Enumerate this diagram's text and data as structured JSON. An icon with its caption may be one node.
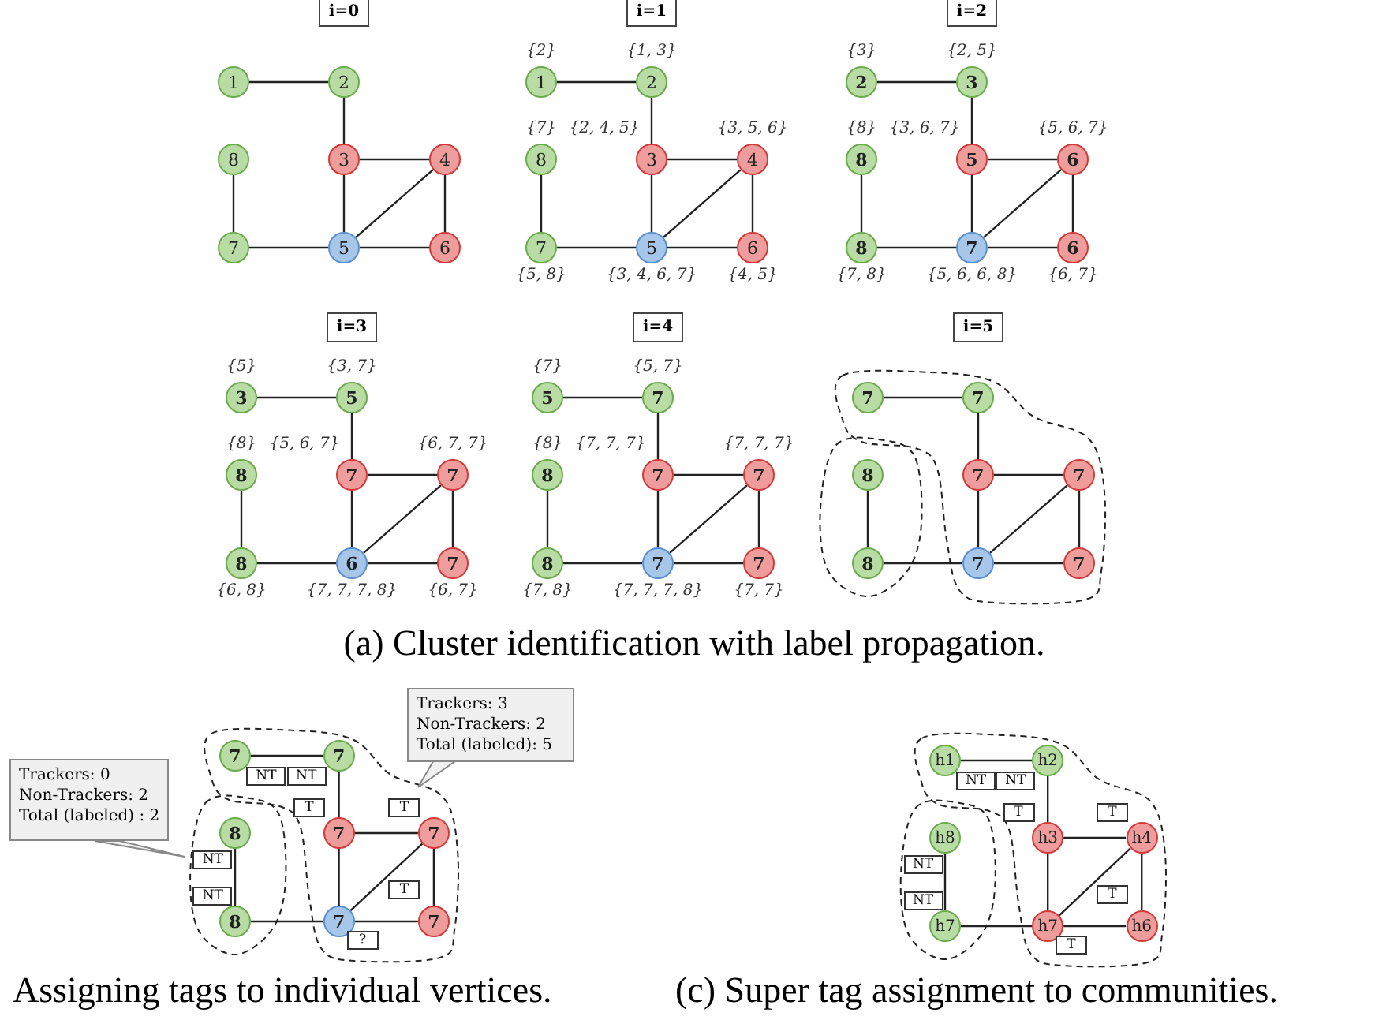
{
  "diagram": {
    "nodes": [
      {
        "text": [
          "i=0"
        ]
      },
      {
        "text": [
          "1"
        ]
      },
      {
        "text": [
          "2"
        ]
      },
      {
        "text": [
          "8"
        ]
      },
      {
        "text": [
          "3"
        ]
      },
      {
        "text": [
          "4"
        ]
      },
      {
        "text": [
          "7"
        ]
      },
      {
        "text": [
          "5"
        ]
      },
      {
        "text": [
          "6"
        ]
      },
      {
        "text": [
          "i=1"
        ]
      },
      {
        "text": [
          "1"
        ],
        "beside": [
          "{2}"
        ]
      },
      {
        "text": [
          "2"
        ],
        "beside": [
          "{1, 3}"
        ]
      },
      {
        "text": [
          "8"
        ],
        "beside": [
          "{7}"
        ]
      },
      {
        "text": [
          "3"
        ],
        "beside": [
          "{2, 4, 5}"
        ]
      },
      {
        "text": [
          "4"
        ],
        "beside": [
          "{3, 5, 6}"
        ]
      },
      {
        "text": [
          "7"
        ],
        "beside": [
          "{5, 8}"
        ]
      },
      {
        "text": [
          "5"
        ],
        "beside": [
          "{3, 4, 6, 7}"
        ]
      },
      {
        "text": [
          "6"
        ],
        "beside": [
          "{4, 5}"
        ]
      },
      {
        "text": [
          "i=2"
        ]
      },
      {
        "text": [
          "2"
        ],
        "beside": [
          "{3}"
        ]
      },
      {
        "text": [
          "3"
        ],
        "beside": [
          "{2, 5}"
        ]
      },
      {
        "text": [
          "8"
        ],
        "beside": [
          "{8}"
        ]
      },
      {
        "text": [
          "5"
        ],
        "beside": [
          "{3, 6, 7}"
        ]
      },
      {
        "text": [
          "6"
        ],
        "beside": [
          "{5, 6, 7}"
        ]
      },
      {
        "text": [
          "8"
        ],
        "beside": [
          "{7, 8}"
        ]
      },
      {
        "text": [
          "7"
        ],
        "beside": [
          "{5, 6, 6, 8}"
        ]
      },
      {
        "text": [
          "6"
        ],
        "beside": [
          "{6, 7}"
        ]
      },
      {
        "text": [
          "i=3"
        ]
      },
      {
        "text": [
          "3"
        ],
        "beside": [
          "{5}"
        ]
      },
      {
        "text": [
          "5"
        ],
        "beside": [
          "{3, 7}"
        ]
      },
      {
        "text": [
          "8"
        ],
        "beside": [
          "{8}"
        ]
      },
      {
        "text": [
          "7"
        ],
        "beside": [
          "{5, 6, 7}"
        ]
      },
      {
        "text": [
          "7"
        ],
        "beside": [
          "{6, 7, 7}"
        ]
      },
      {
        "text": [
          "8"
        ],
        "beside": [
          "{6, 8}"
        ]
      },
      {
        "text": [
          "6"
        ],
        "beside": [
          "{7, 7, 7, 8}"
        ]
      },
      {
        "text": [
          "7"
        ],
        "beside": [
          "{6, 7}"
        ]
      },
      {
        "text": [
          "i=4"
        ]
      },
      {
        "text": [
          "5"
        ],
        "beside": [
          "{7}"
        ]
      },
      {
        "text": [
          "7"
        ],
        "beside": [
          "{5, 7}"
        ]
      },
      {
        "text": [
          "8"
        ],
        "beside": [
          "{8}"
        ]
      },
      {
        "text": [
          "7"
        ],
        "beside": [
          "{7, 7, 7}"
        ]
      },
      {
        "text": [
          "7"
        ],
        "beside": [
          "{7, 7, 7}"
        ]
      },
      {
        "text": [
          "8"
        ],
        "beside": [
          "{7, 8}"
        ]
      },
      {
        "text": [
          "7"
        ],
        "beside": [
          "{7, 7, 7, 8}"
        ]
      },
      {
        "text": [
          "7"
        ],
        "beside": [
          "{7, 7}"
        ]
      },
      {
        "text": [
          "i=5"
        ]
      },
      {
        "text": [
          "7"
        ]
      },
      {
        "text": [
          "7"
        ]
      },
      {
        "text": [
          "8"
        ]
      },
      {
        "text": [
          "7"
        ]
      },
      {
        "text": [
          "7"
        ]
      },
      {
        "text": [
          "8"
        ]
      },
      {
        "text": [
          "7"
        ]
      },
      {
        "text": [
          "7"
        ]
      },
      {
        "text": [
          "7"
        ]
      },
      {
        "text": [
          "7"
        ]
      },
      {
        "text": [
          "8"
        ]
      },
      {
        "text": [
          "7"
        ]
      },
      {
        "text": [
          "7"
        ]
      },
      {
        "text": [
          "8"
        ]
      },
      {
        "text": [
          "7"
        ]
      },
      {
        "text": [
          "7"
        ]
      },
      {
        "text": [
          "NT"
        ]
      },
      {
        "text": [
          "NT"
        ]
      },
      {
        "text": [
          "T"
        ]
      },
      {
        "text": [
          "T"
        ]
      },
      {
        "text": [
          "NT"
        ]
      },
      {
        "text": [
          "NT"
        ]
      },
      {
        "text": [
          "T"
        ]
      },
      {
        "text": [
          "?"
        ]
      },
      {
        "text": [
          "Trackers: 0",
          "Non-Trackers: 2",
          "Total (labeled) : 2"
        ]
      },
      {
        "text": [
          "Trackers: 3",
          "Non-Trackers: 2",
          "Total (labeled): 5"
        ]
      },
      {
        "text": [
          "h1"
        ]
      },
      {
        "text": [
          "h2"
        ]
      },
      {
        "text": [
          "h8"
        ]
      },
      {
        "text": [
          "h3"
        ]
      },
      {
        "text": [
          "h4"
        ]
      },
      {
        "text": [
          "h7"
        ]
      },
      {
        "text": [
          "h7"
        ]
      },
      {
        "text": [
          "h6"
        ]
      },
      {
        "text": [
          "NT"
        ]
      },
      {
        "text": [
          "NT"
        ]
      },
      {
        "text": [
          "T"
        ]
      },
      {
        "text": [
          "T"
        ]
      },
      {
        "text": [
          "NT"
        ]
      },
      {
        "text": [
          "NT"
        ]
      },
      {
        "text": [
          "T"
        ]
      },
      {
        "text": [
          "T"
        ]
      }
    ],
    "edges": [
      {
        "from": 1,
        "to": 2,
        "arrow": "none"
      },
      {
        "from": 2,
        "to": 4,
        "arrow": "none"
      },
      {
        "from": 4,
        "to": 5,
        "arrow": "none"
      },
      {
        "from": 4,
        "to": 7,
        "arrow": "none"
      },
      {
        "from": 5,
        "to": 7,
        "arrow": "none"
      },
      {
        "from": 5,
        "to": 8,
        "arrow": "none"
      },
      {
        "from": 7,
        "to": 8,
        "arrow": "none"
      },
      {
        "from": 6,
        "to": 7,
        "arrow": "none"
      },
      {
        "from": 3,
        "to": 6,
        "arrow": "none"
      },
      {
        "from": 10,
        "to": 11,
        "arrow": "none"
      },
      {
        "from": 11,
        "to": 13,
        "arrow": "none"
      },
      {
        "from": 13,
        "to": 14,
        "arrow": "none"
      },
      {
        "from": 13,
        "to": 16,
        "arrow": "none"
      },
      {
        "from": 14,
        "to": 16,
        "arrow": "none"
      },
      {
        "from": 14,
        "to": 17,
        "arrow": "none"
      },
      {
        "from": 16,
        "to": 17,
        "arrow": "none"
      },
      {
        "from": 15,
        "to": 16,
        "arrow": "none"
      },
      {
        "from": 12,
        "to": 15,
        "arrow": "none"
      },
      {
        "from": 19,
        "to": 20,
        "arrow": "none"
      },
      {
        "from": 20,
        "to": 22,
        "arrow": "none"
      },
      {
        "from": 22,
        "to": 23,
        "arrow": "none"
      },
      {
        "from": 22,
        "to": 25,
        "arrow": "none"
      },
      {
        "from": 23,
        "to": 25,
        "arrow": "none"
      },
      {
        "from": 23,
        "to": 26,
        "arrow": "none"
      },
      {
        "from": 25,
        "to": 26,
        "arrow": "none"
      },
      {
        "from": 24,
        "to": 25,
        "arrow": "none"
      },
      {
        "from": 21,
        "to": 24,
        "arrow": "none"
      },
      {
        "from": 28,
        "to": 29,
        "arrow": "none"
      },
      {
        "from": 29,
        "to": 31,
        "arrow": "none"
      },
      {
        "from": 31,
        "to": 32,
        "arrow": "none"
      },
      {
        "from": 31,
        "to": 34,
        "arrow": "none"
      },
      {
        "from": 32,
        "to": 34,
        "arrow": "none"
      },
      {
        "from": 32,
        "to": 35,
        "arrow": "none"
      },
      {
        "from": 34,
        "to": 35,
        "arrow": "none"
      },
      {
        "from": 33,
        "to": 34,
        "arrow": "none"
      },
      {
        "from": 30,
        "to": 33,
        "arrow": "none"
      },
      {
        "from": 37,
        "to": 38,
        "arrow": "none"
      },
      {
        "from": 38,
        "to": 40,
        "arrow": "none"
      },
      {
        "from": 40,
        "to": 41,
        "arrow": "none"
      },
      {
        "from": 40,
        "to": 43,
        "arrow": "none"
      },
      {
        "from": 41,
        "to": 43,
        "arrow": "none"
      },
      {
        "from": 41,
        "to": 44,
        "arrow": "none"
      },
      {
        "from": 43,
        "to": 44,
        "arrow": "none"
      },
      {
        "from": 42,
        "to": 43,
        "arrow": "none"
      },
      {
        "from": 39,
        "to": 42,
        "arrow": "none"
      },
      {
        "from": 46,
        "to": 47,
        "arrow": "none"
      },
      {
        "from": 47,
        "to": 49,
        "arrow": "none"
      },
      {
        "from": 49,
        "to": 50,
        "arrow": "none"
      },
      {
        "from": 49,
        "to": 52,
        "arrow": "none"
      },
      {
        "from": 50,
        "to": 52,
        "arrow": "none"
      },
      {
        "from": 50,
        "to": 53,
        "arrow": "none"
      },
      {
        "from": 52,
        "to": 53,
        "arrow": "none"
      },
      {
        "from": 51,
        "to": 52,
        "arrow": "none"
      },
      {
        "from": 48,
        "to": 51,
        "arrow": "none"
      },
      {
        "from": 54,
        "to": 55,
        "arrow": "none"
      },
      {
        "from": 55,
        "to": 57,
        "arrow": "none"
      },
      {
        "from": 57,
        "to": 58,
        "arrow": "none"
      },
      {
        "from": 57,
        "to": 60,
        "arrow": "none"
      },
      {
        "from": 58,
        "to": 60,
        "arrow": "none"
      },
      {
        "from": 58,
        "to": 61,
        "arrow": "none"
      },
      {
        "from": 60,
        "to": 61,
        "arrow": "none"
      },
      {
        "from": 59,
        "to": 60,
        "arrow": "none"
      },
      {
        "from": 56,
        "to": 59,
        "arrow": "none"
      },
      {
        "from": 72,
        "to": 73,
        "arrow": "none"
      },
      {
        "from": 73,
        "to": 75,
        "arrow": "none"
      },
      {
        "from": 75,
        "to": 76,
        "arrow": "none"
      },
      {
        "from": 75,
        "to": 78,
        "arrow": "none"
      },
      {
        "from": 76,
        "to": 78,
        "arrow": "none"
      },
      {
        "from": 76,
        "to": 79,
        "arrow": "none"
      },
      {
        "from": 78,
        "to": 79,
        "arrow": "none"
      },
      {
        "from": 77,
        "to": 78,
        "arrow": "none"
      },
      {
        "from": 74,
        "to": 77,
        "arrow": "none"
      }
    ],
    "labels": [
      "(a) Cluster identification with label propagation.",
      "Assigning tags to individual vertices.",
      "(c) Super tag assignment to communities."
    ]
  }
}
